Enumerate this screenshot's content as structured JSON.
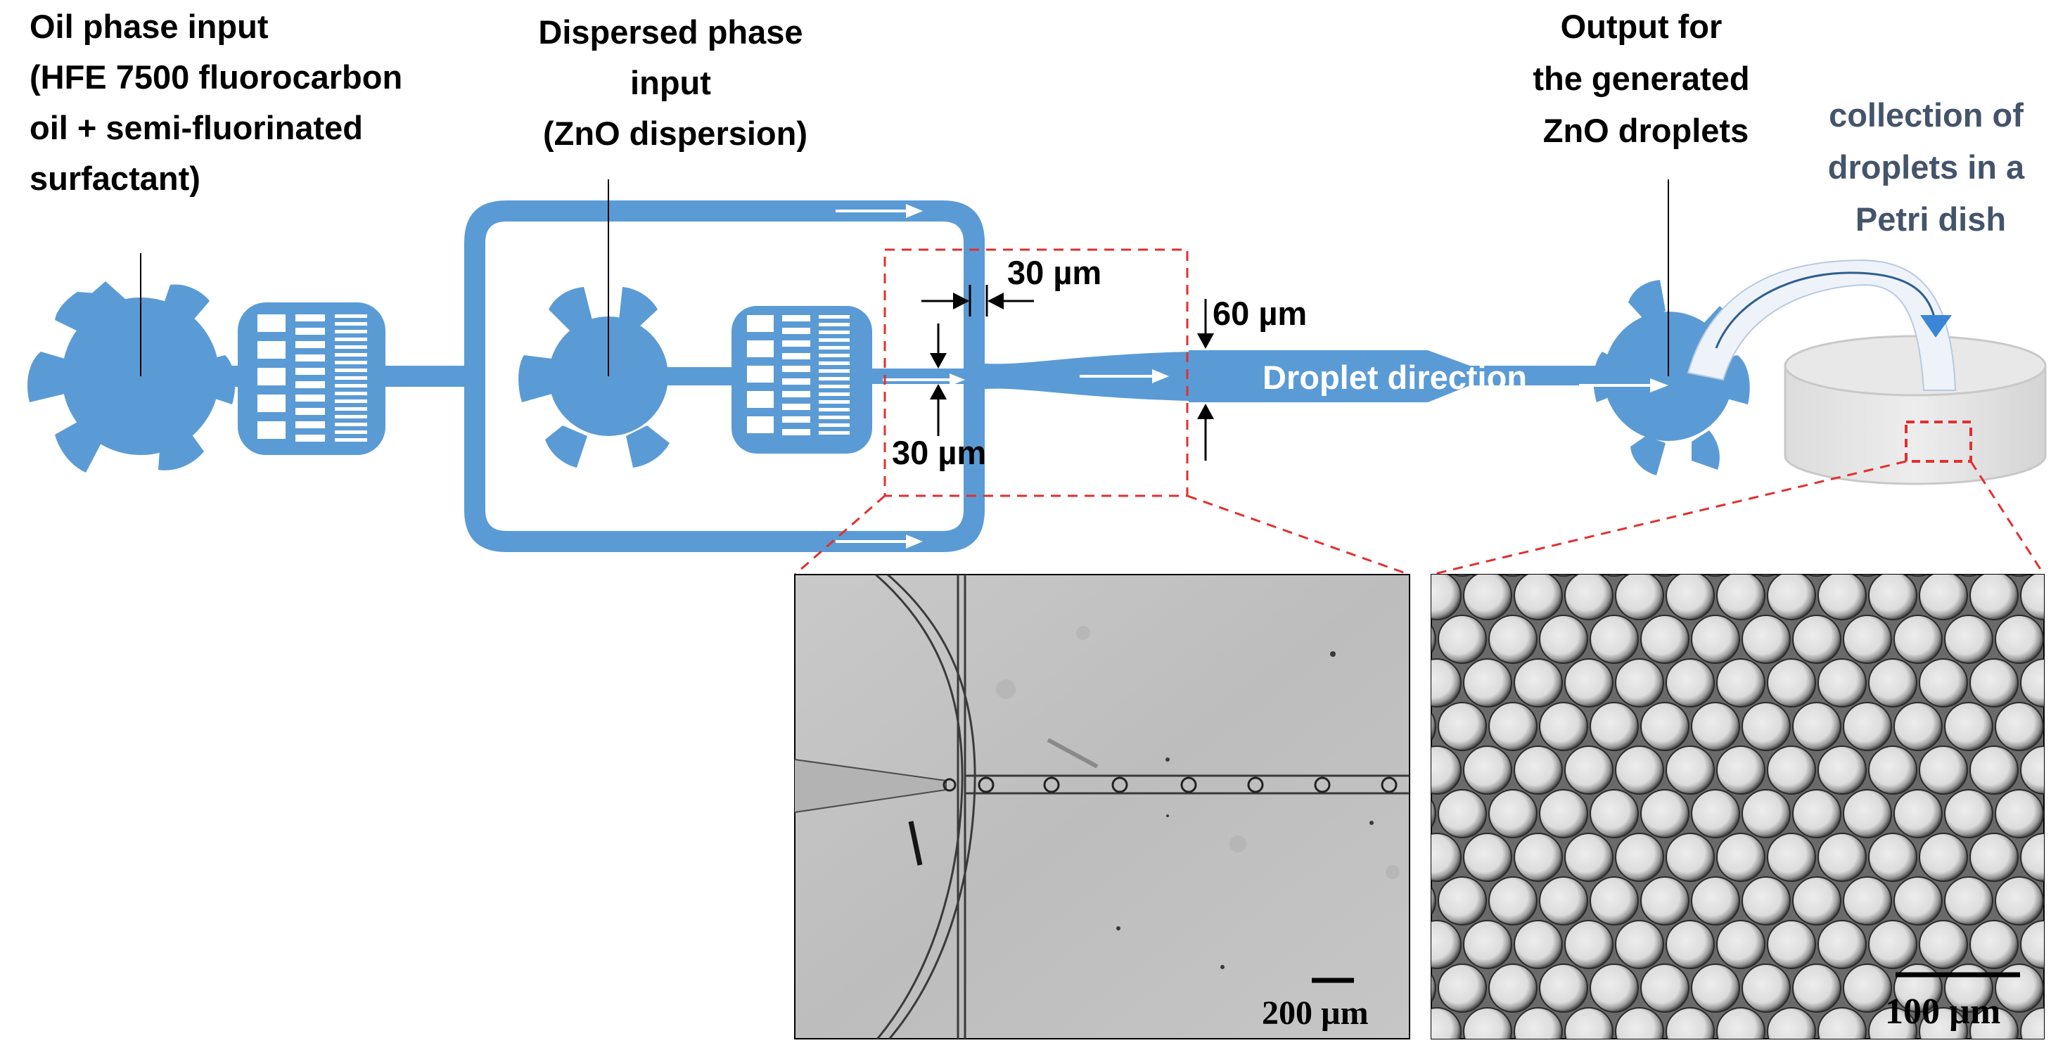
{
  "labels": {
    "oil_input": [
      "Oil phase input",
      "(HFE 7500 fluorocarbon",
      "oil + semi-fluorinated",
      "surfactant)"
    ],
    "dispersed_input": [
      "Dispersed phase",
      "input",
      "(ZnO dispersion)"
    ],
    "output": [
      "Output for",
      "the generated",
      "ZnO droplets"
    ],
    "collection": [
      "collection of",
      "droplets in a",
      "Petri dish"
    ],
    "droplet_direction": "Droplet direction",
    "dim_30_top": "30 µm",
    "dim_30_bottom": "30 µm",
    "dim_60": "60 µm"
  },
  "micrographs": {
    "left_scale": "200 µm",
    "right_scale": "100 µm"
  },
  "colors": {
    "channel": "#5b9bd5",
    "highlight_box": "#e03030",
    "petri_text": "#44546a",
    "white": "#ffffff"
  }
}
